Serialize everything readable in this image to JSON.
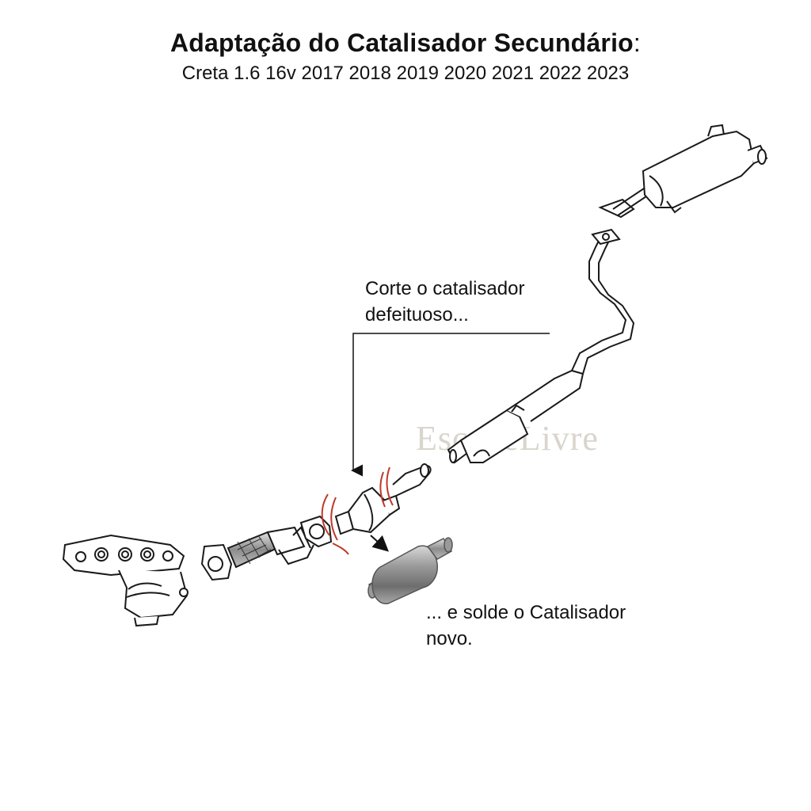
{
  "header": {
    "title": "Adaptação do Catalisador Secundário",
    "title_colon": ":",
    "subtitle": "Creta 1.6 16v 2017 2018 2019 2020 2021 2022 2023"
  },
  "callouts": {
    "cut_line1": "Corte o catalisador",
    "cut_line2": "defeituoso...",
    "weld_line1": "... e solde o Catalisador",
    "weld_line2": "novo."
  },
  "watermark": {
    "text": "EscapeLivre"
  },
  "colors": {
    "line": "#1a1a1a",
    "part_fill": "#f2f2f2",
    "part_shade": "#b9b9b9",
    "cut_mark": "#c0392b",
    "new_cat": "#8a8a8a",
    "watermark": "#d9d5cc"
  }
}
